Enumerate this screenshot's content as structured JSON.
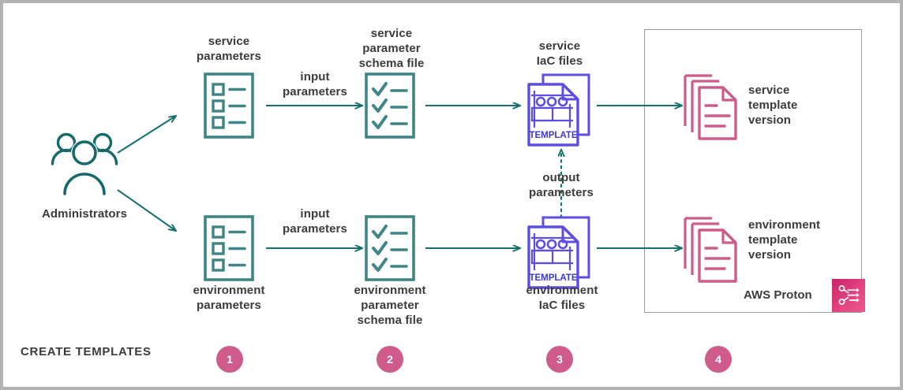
{
  "diagram": {
    "title": "AWS Proton create templates workflow",
    "footer_label": "CREATE TEMPLATES",
    "colors": {
      "teal_dark": "#16686b",
      "teal": "#3f8487",
      "purple": "#5c4ee5",
      "pink": "#cf5b8b",
      "pink_logo": "#d9246f",
      "gray_border": "#9a9a9a",
      "frame": "#b3b3b3",
      "text": "#3b3b3b"
    }
  },
  "actors": {
    "administrators": {
      "label": "Administrators",
      "icon": "users-icon"
    }
  },
  "rows": {
    "service": {
      "parameters": {
        "label": "service\nparameters",
        "icon": "checklist-squares-icon",
        "label_position": "above"
      },
      "edge_to_schema": {
        "label": "input\nparameters",
        "style": "solid-arrow"
      },
      "schema_file": {
        "label": "service\nparameter\nschema file",
        "icon": "checklist-checks-icon",
        "label_position": "above"
      },
      "iac_files": {
        "label": "service\nIaC files",
        "icon": "template-files-icon",
        "badge": "TEMPLATE",
        "label_position": "above"
      },
      "template_version": {
        "label": "service\ntemplate\nversion",
        "icon": "documents-stack-icon",
        "label_position": "right"
      }
    },
    "environment": {
      "parameters": {
        "label": "environment\nparameters",
        "icon": "checklist-squares-icon",
        "label_position": "below"
      },
      "edge_to_schema": {
        "label": "input\nparameters",
        "style": "solid-arrow"
      },
      "schema_file": {
        "label": "environment\nparameter\nschema file",
        "icon": "checklist-checks-icon",
        "label_position": "below"
      },
      "iac_files": {
        "label": "environment\nIaC files",
        "icon": "template-files-icon",
        "badge": "TEMPLATE",
        "label_position": "below"
      },
      "template_version": {
        "label": "environment\ntemplate\nversion",
        "icon": "documents-stack-icon",
        "label_position": "right"
      }
    }
  },
  "connections": {
    "output_parameters": {
      "label": "output\nparameters",
      "style": "dotted-arrow-up"
    }
  },
  "group": {
    "aws_proton": {
      "label": "AWS Proton",
      "icon": "aws-proton-icon"
    }
  },
  "steps": [
    {
      "number": "1"
    },
    {
      "number": "2"
    },
    {
      "number": "3"
    },
    {
      "number": "4"
    }
  ]
}
